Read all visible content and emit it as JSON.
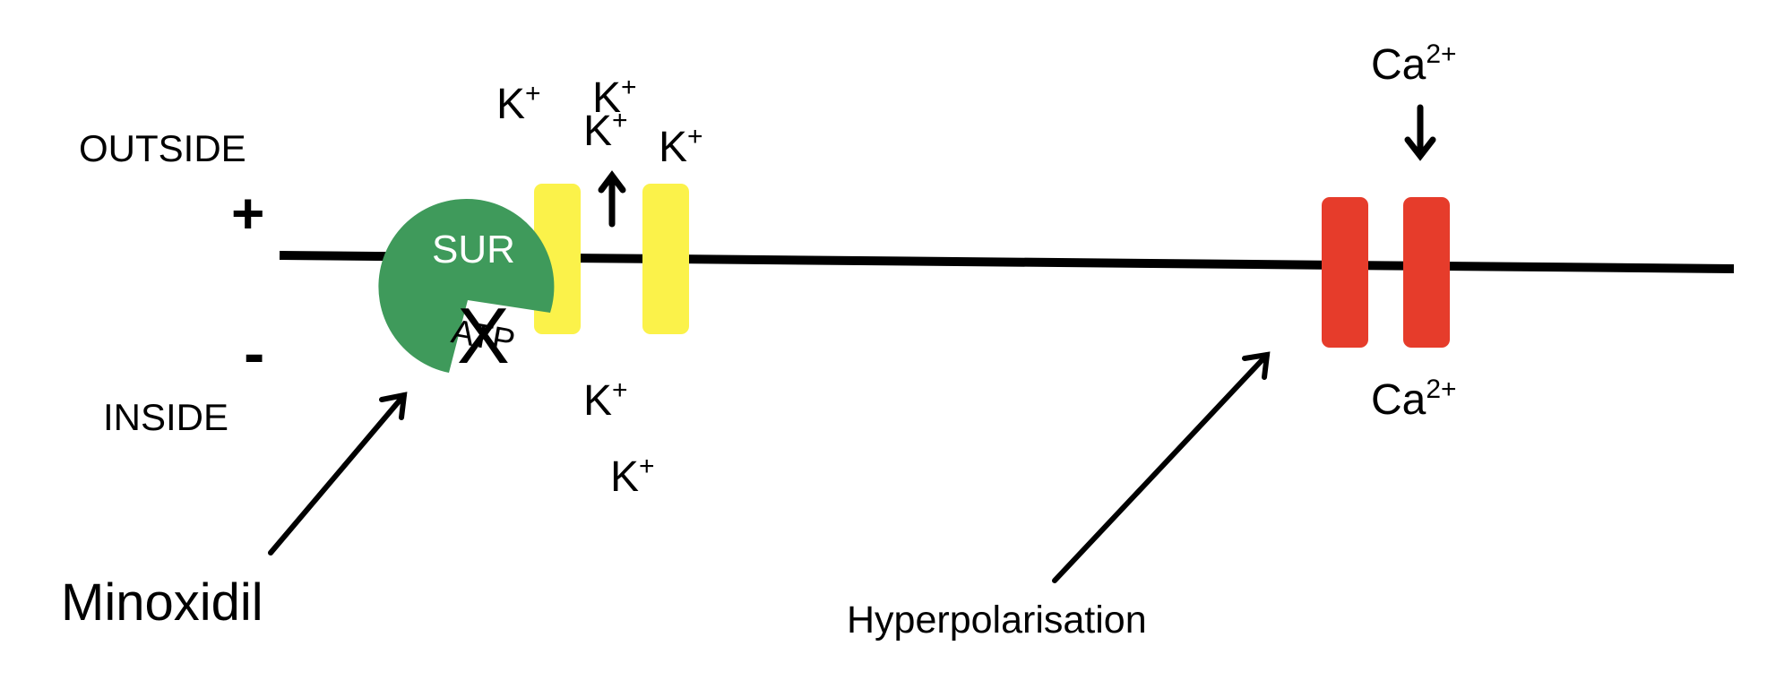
{
  "labels": {
    "outside": "OUTSIDE",
    "inside": "INSIDE",
    "plus": "+",
    "minus": "-",
    "sur": "SUR",
    "atp": "ATP",
    "block_mark": "X",
    "minoxidil": "Minoxidil",
    "hyperpolarisation": "Hyperpolarisation"
  },
  "ions": {
    "k_symbol": "K",
    "k_charge": "+",
    "ca_symbol": "Ca",
    "ca_charge": "2+"
  },
  "colors": {
    "membrane": "#000000",
    "sur": "#3f9a5b",
    "k_channel": "#fbf24a",
    "ca_channel": "#e63c2b",
    "text": "#000000",
    "sur_text": "#ffffff"
  }
}
